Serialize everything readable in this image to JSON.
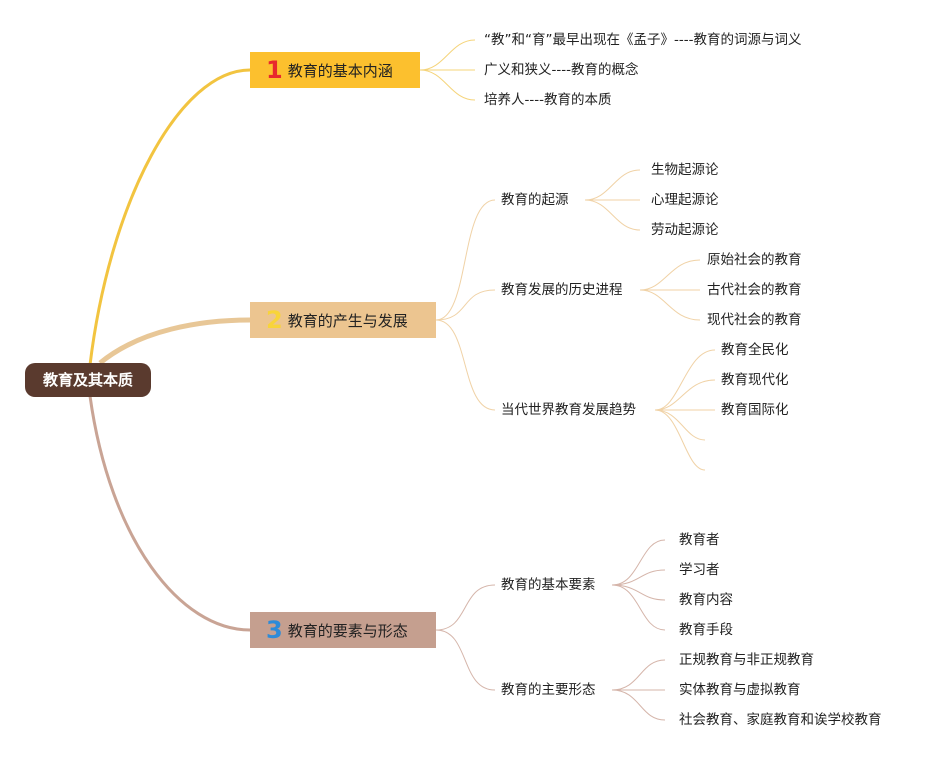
{
  "root": {
    "label": "教育及其本质"
  },
  "branches": [
    {
      "number": "1",
      "label": "教育的基本内涵",
      "leaves": [
        "“教”和“育”最早出现在《孟子》----教育的词源与词义",
        "广义和狭义----教育的概念",
        "培养人----教育的本质"
      ]
    },
    {
      "number": "2",
      "label": "教育的产生与发展",
      "subs": [
        {
          "label": "教育的起源",
          "leaves": [
            "生物起源论",
            "心理起源论",
            "劳动起源论"
          ]
        },
        {
          "label": "教育发展的历史进程",
          "leaves": [
            "原始社会的教育",
            "古代社会的教育",
            "现代社会的教育"
          ]
        },
        {
          "label": "当代世界教育发展趋势",
          "leaves": [
            "教育全民化",
            "教育现代化",
            "教育国际化"
          ]
        }
      ]
    },
    {
      "number": "3",
      "label": "教育的要素与形态",
      "subs": [
        {
          "label": "教育的基本要素",
          "leaves": [
            "教育者",
            "学习者",
            "教育内容",
            "教育手段"
          ]
        },
        {
          "label": "教育的主要形态",
          "leaves": [
            "正规教育与非正规教育",
            "实体教育与虚拟教育",
            "社会教育、家庭教育和诶学校教育"
          ]
        }
      ]
    }
  ],
  "colors": {
    "root_bg": "#5a3a2e",
    "branch1": "#fcc02e",
    "branch2": "#ecc590",
    "branch3": "#c59f8f"
  }
}
